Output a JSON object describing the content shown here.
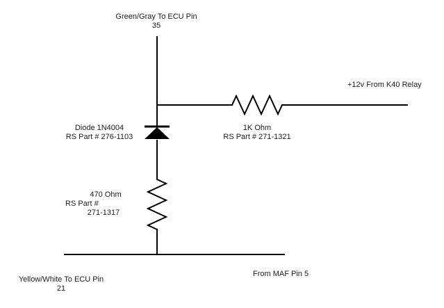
{
  "colors": {
    "wire": "#000000",
    "text": "#1a1a1a",
    "background": "#ffffff"
  },
  "labels": {
    "top_line1": "Green/Gray To ECU Pin",
    "top_line2": "35",
    "relay": "+12v From K40 Relay",
    "diode_line1": "Diode  1N4004",
    "diode_line2": "RS Part # 276-1103",
    "r1k_line1": "1K Ohm",
    "r1k_line2": "RS Part # 271-1321",
    "r470_line1": "470 Ohm",
    "r470_line2": "RS Part #",
    "r470_line3": "271-1317",
    "bottom_left_line1": "Yellow/White To ECU Pin",
    "bottom_left_line2": "21",
    "maf": "From MAF Pin 5"
  },
  "components": [
    {
      "id": "diode",
      "kind": "diode",
      "part": "1N4004"
    },
    {
      "id": "r1",
      "kind": "resistor",
      "value": "1K Ohm"
    },
    {
      "id": "r2",
      "kind": "resistor",
      "value": "470 Ohm"
    }
  ]
}
